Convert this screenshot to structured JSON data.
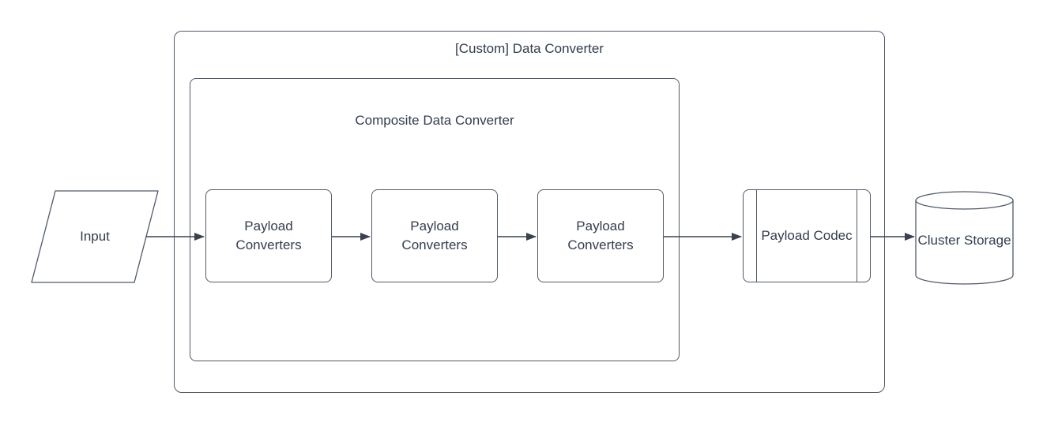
{
  "diagram": {
    "outer_container": {
      "label": "[Custom] Data Converter"
    },
    "composite_container": {
      "label": "Composite Data Converter"
    },
    "input_node": {
      "label": "Input",
      "shape": "parallelogram"
    },
    "payload_converters": [
      {
        "label": "Payload Converters"
      },
      {
        "label": "Payload Converters"
      },
      {
        "label": "Payload Converters"
      }
    ],
    "payload_codec": {
      "label": "Payload Codec",
      "shape": "predefined-process"
    },
    "cluster_storage": {
      "label": "Cluster Storage",
      "shape": "cylinder"
    },
    "colors": {
      "stroke": "#505a68",
      "arrow": "#39424e",
      "text": "#323d4e",
      "canvas": "#ffffff"
    }
  }
}
